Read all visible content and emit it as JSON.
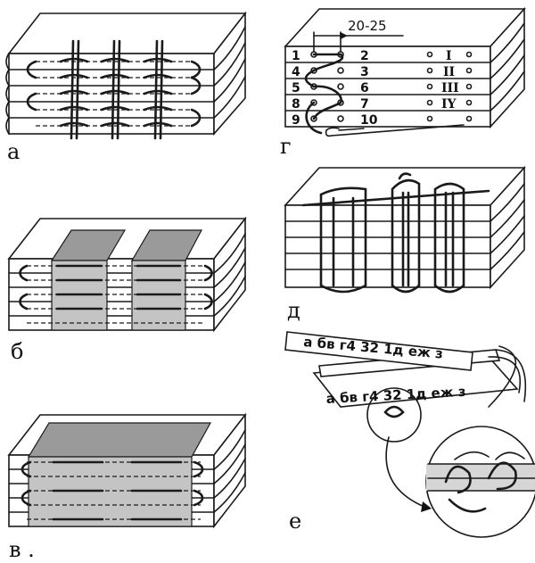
{
  "panels": {
    "a": {
      "label": "а"
    },
    "b": {
      "label": "б"
    },
    "v": {
      "label": "в ."
    },
    "g": {
      "label": "г",
      "dimension": "20-25",
      "left_numbers": [
        "1",
        "4",
        "5",
        "8",
        "9"
      ],
      "right_numbers": [
        "2",
        "3",
        "6",
        "7",
        "10"
      ],
      "roman_numerals": [
        "I",
        "II",
        "III",
        "IY"
      ]
    },
    "d": {
      "label": "д"
    },
    "e": {
      "label": "е",
      "strip_top": "а бв г4 32 1д еж з",
      "strip_bottom": "а бв г4 32 1д еж з"
    }
  }
}
